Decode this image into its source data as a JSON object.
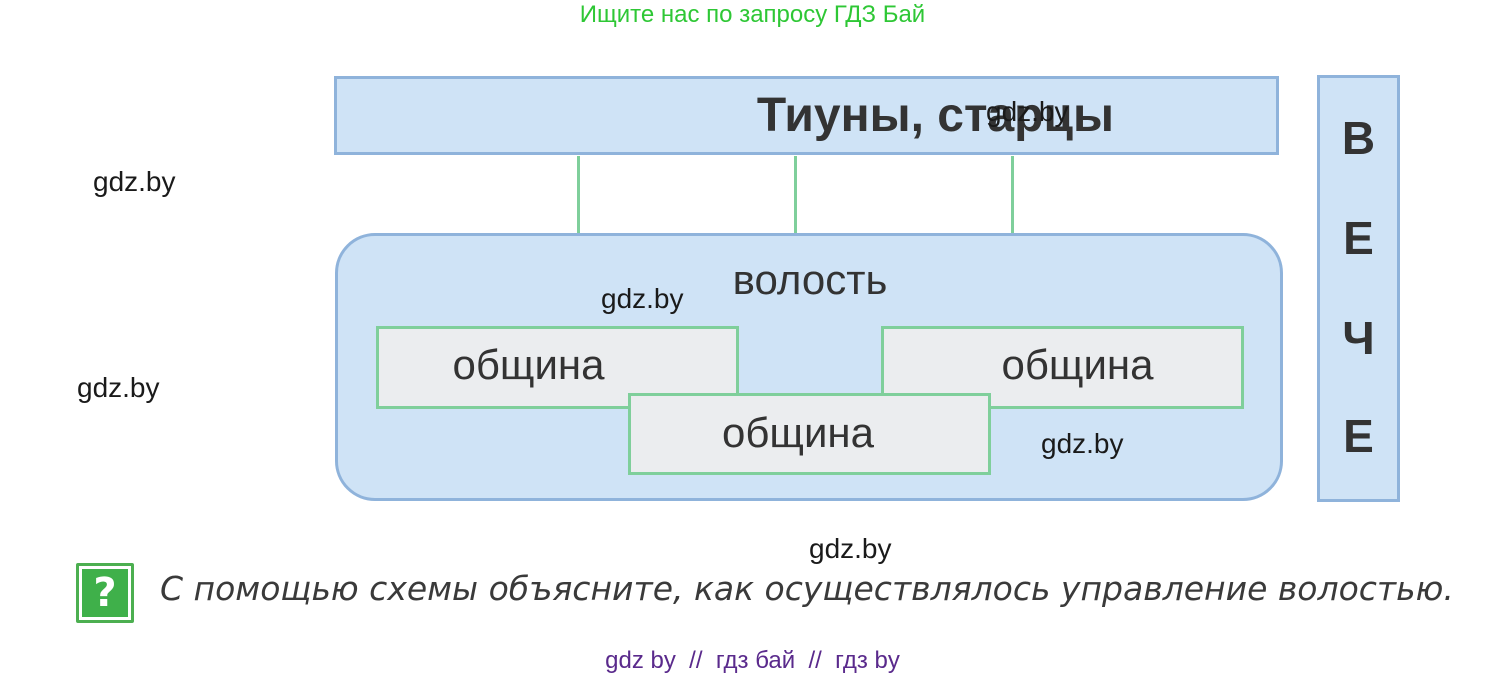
{
  "banner": {
    "text": "Ищите нас по запросу ГДЗ Бай",
    "color": "#2ec735"
  },
  "watermark": "gdz.by",
  "diagram": {
    "top_box_label": "Тиуны, старцы",
    "veche_letters": [
      "В",
      "Е",
      "Ч",
      "Е"
    ],
    "volost_label": "волость",
    "communities": [
      "община",
      "община",
      "община"
    ],
    "colors": {
      "box_fill": "#cfe3f6",
      "box_border": "#8fb3db",
      "community_fill": "#ebedef",
      "connector": "#7fcf9b"
    }
  },
  "task": {
    "icon": "question-icon",
    "icon_glyph": "?",
    "text": "С помощью схемы объясните, как осуществлялось управление волостью."
  },
  "footer": {
    "text": "gdz by  //  гдз бай  //  гдз by",
    "color": "#5a2a8c"
  }
}
